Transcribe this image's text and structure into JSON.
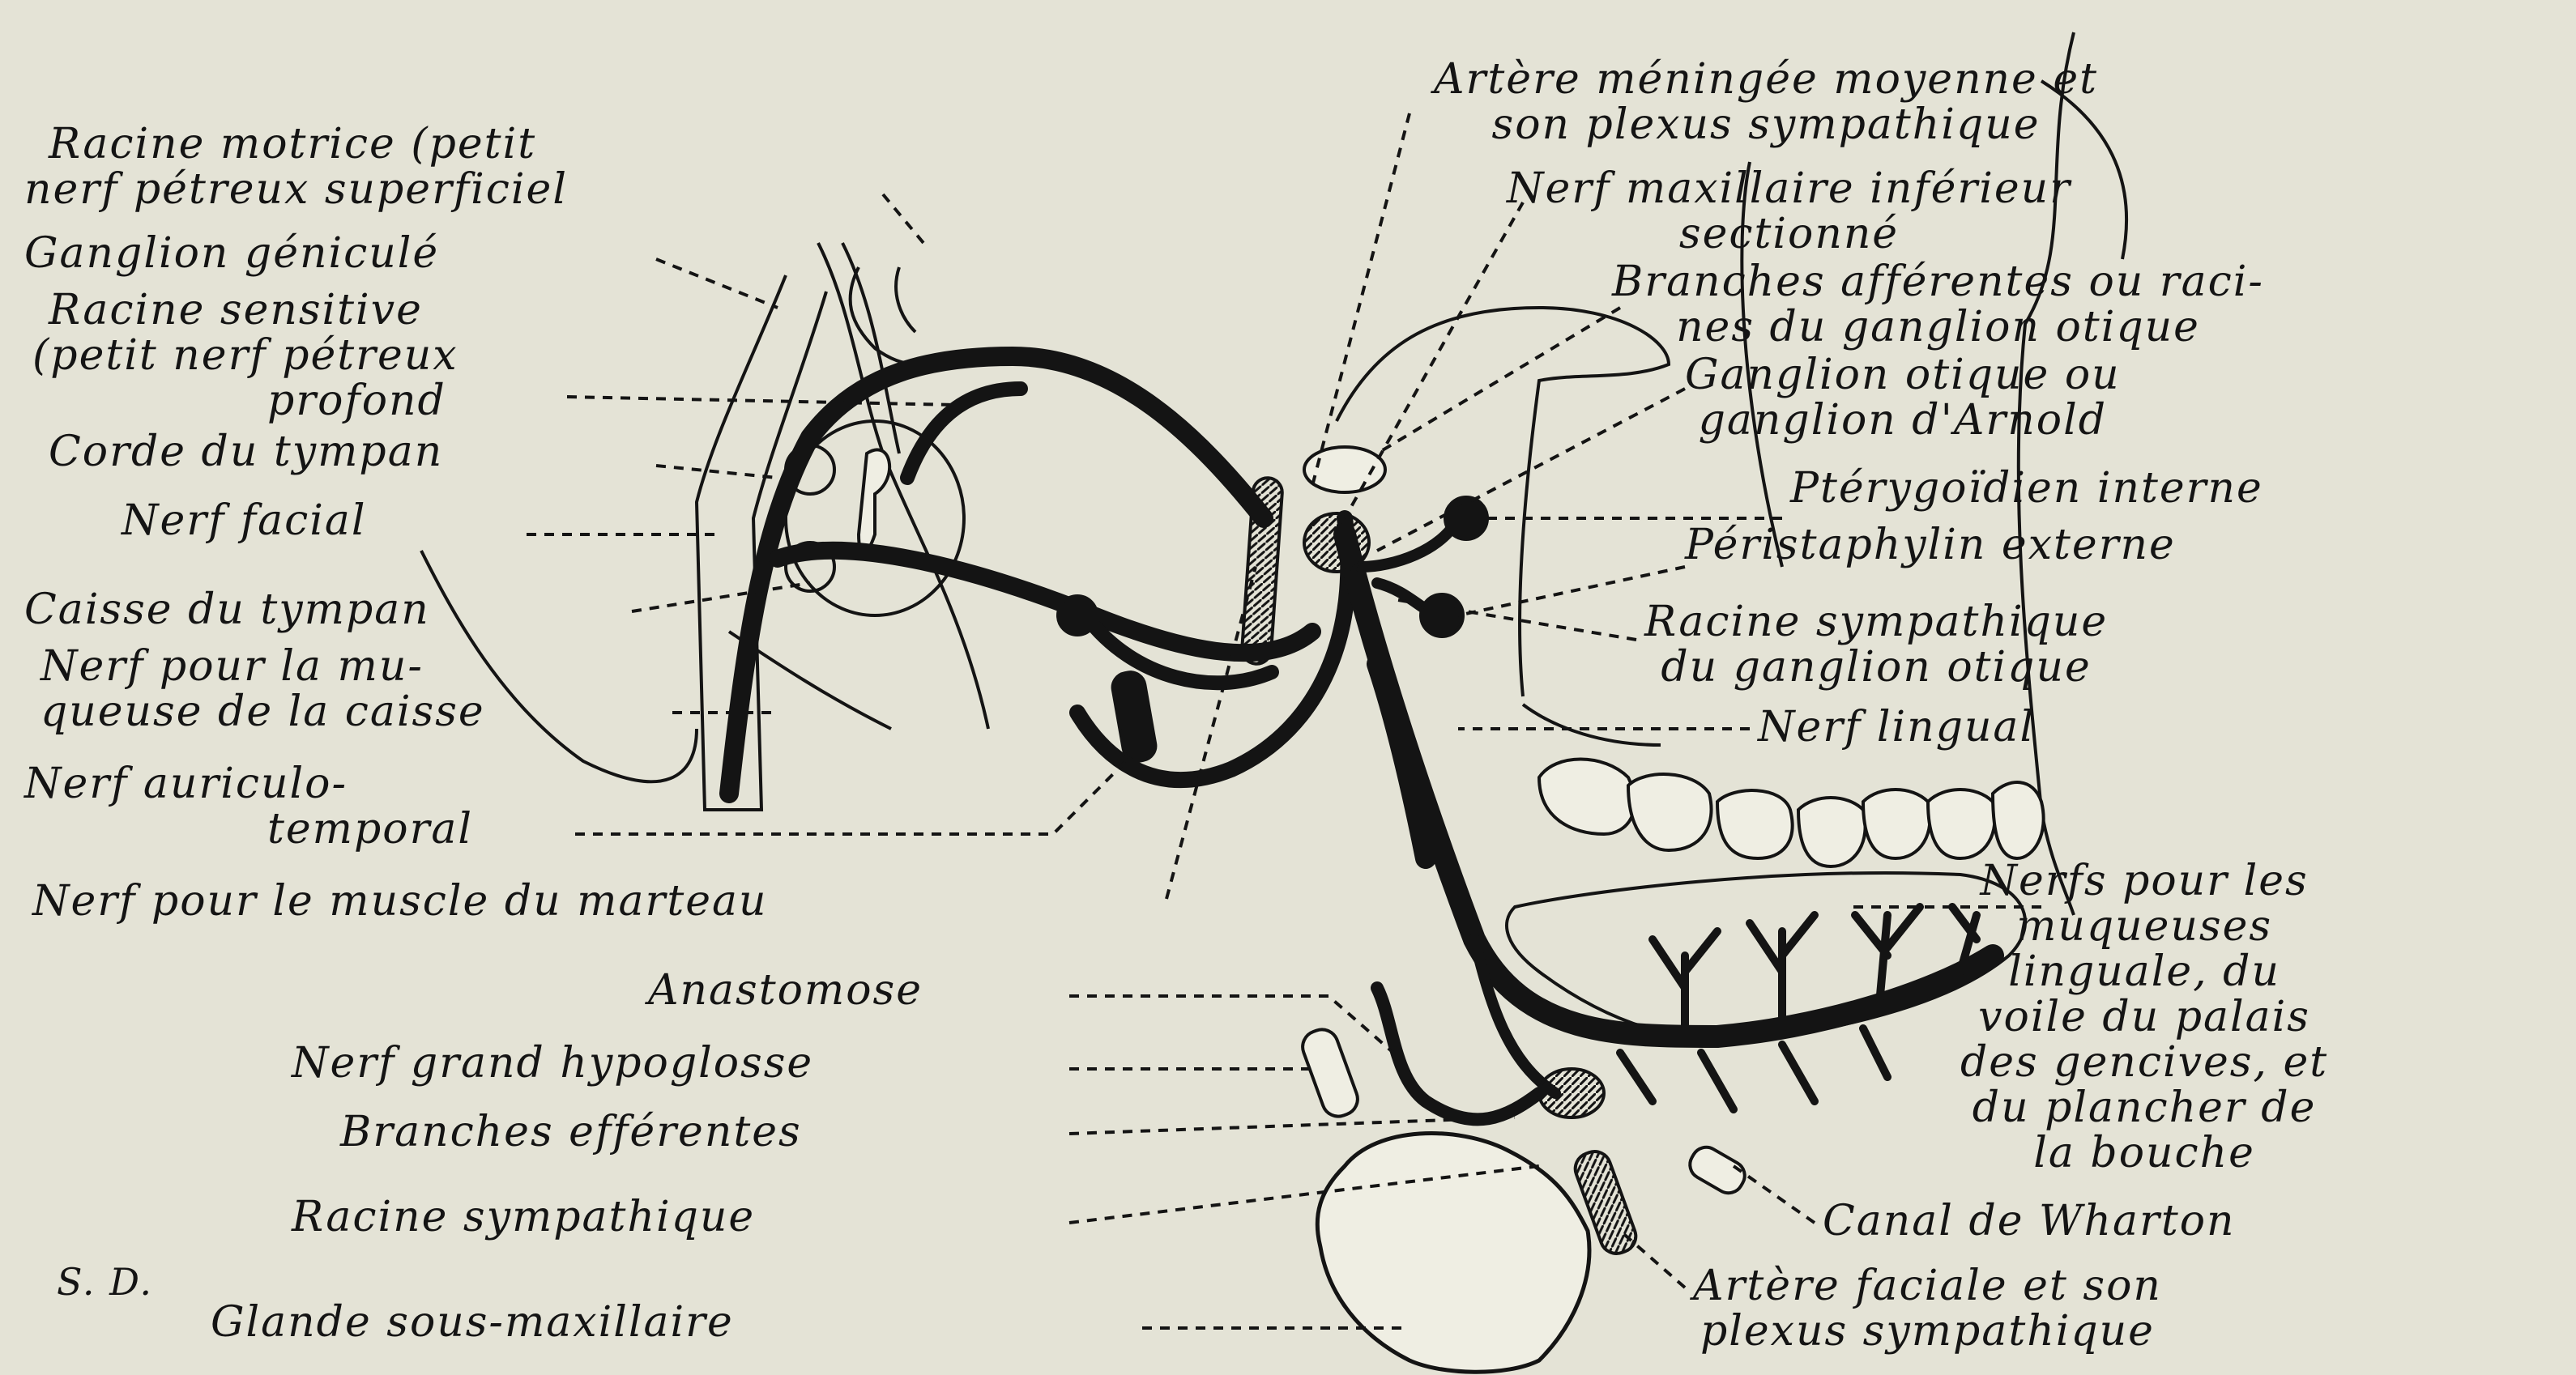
{
  "left_labels": {
    "racine_motrice": [
      "Racine motrice (petit",
      "nerf pétreux superficiel"
    ],
    "ganglion_genicule": "Ganglion géniculé",
    "racine_sensitive": [
      "Racine sensitive",
      "(petit nerf pétreux",
      "profond"
    ],
    "corde_tympan": "Corde du tympan",
    "nerf_facial": "Nerf facial",
    "caisse_tympan": "Caisse du tympan",
    "nerf_muqueuse": [
      "Nerf pour la mu-",
      "queuse de la caisse"
    ],
    "nerf_auriculo": [
      "Nerf auriculo-",
      "temporal"
    ],
    "nerf_marteau": "Nerf pour le muscle du marteau"
  },
  "right_labels": {
    "artere_meningee": [
      "Artère méningée moyenne et",
      "son plexus sympathique"
    ],
    "nerf_maxillaire": [
      "Nerf maxillaire inférieur",
      "sectionné"
    ],
    "branches_afferentes": [
      "Branches afférentes ou raci-",
      "nes du ganglion otique"
    ],
    "ganglion_otique": [
      "Ganglion otique ou",
      "ganglion d'Arnold"
    ],
    "pterygoidien": "Ptérygoïdien interne",
    "peristaphylin": "Péristaphylin externe",
    "racine_sympathique_otique": [
      "Racine sympathique",
      "du ganglion otique"
    ],
    "nerf_lingual": "Nerf lingual",
    "nerfs_muqueuses": [
      "Nerfs pour les",
      "muqueuses",
      "linguale, du",
      "voile du palais",
      "des gencives, et",
      "du plancher de",
      "la bouche"
    ],
    "canal_wharton": "Canal de Wharton",
    "artere_faciale": [
      "Artère faciale et son",
      "plexus sympathique"
    ]
  },
  "bottom_labels": {
    "anastomose": "Anastomose",
    "grand_hypoglosse": "Nerf grand hypoglosse",
    "branches_efferentes": "Branches efférentes",
    "racine_sympathique": "Racine sympathique",
    "glande": "Glande sous-maxillaire",
    "signature": "S. D."
  }
}
